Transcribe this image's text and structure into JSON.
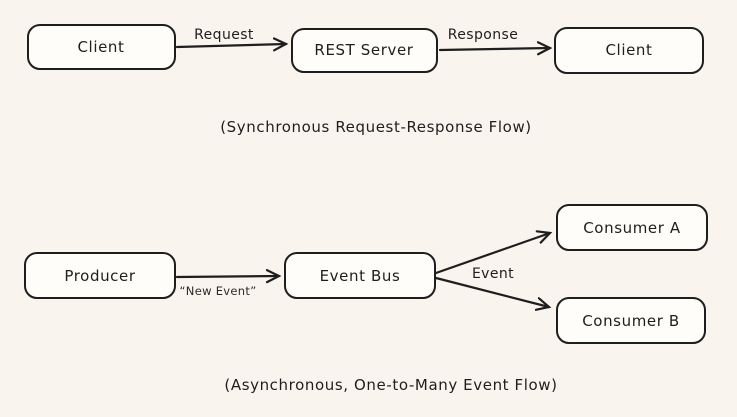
{
  "canvas": {
    "background_color": "#faf4ee",
    "node_fill_color": "#fffdfa",
    "stroke_color": "#1e1e1e",
    "style": "hand-drawn-sketch"
  },
  "sync_flow": {
    "caption": "(Synchronous Request-Response Flow)",
    "nodes": [
      {
        "id": "client-1",
        "label": "Client"
      },
      {
        "id": "rest-server",
        "label": "REST Server"
      },
      {
        "id": "client-2",
        "label": "Client"
      }
    ],
    "edges": [
      {
        "from": "client-1",
        "to": "rest-server",
        "label": "Request"
      },
      {
        "from": "rest-server",
        "to": "client-2",
        "label": "Response"
      }
    ]
  },
  "async_flow": {
    "caption": "(Asynchronous, One-to-Many Event Flow)",
    "nodes": [
      {
        "id": "producer",
        "label": "Producer"
      },
      {
        "id": "event-bus",
        "label": "Event Bus"
      },
      {
        "id": "consumer-a",
        "label": "Consumer A"
      },
      {
        "id": "consumer-b",
        "label": "Consumer B"
      }
    ],
    "edges": [
      {
        "from": "producer",
        "to": "event-bus",
        "label": "“New Event”"
      },
      {
        "from": "event-bus",
        "to": "consumer-a",
        "label": "Event"
      },
      {
        "from": "event-bus",
        "to": "consumer-b",
        "label": ""
      }
    ]
  }
}
